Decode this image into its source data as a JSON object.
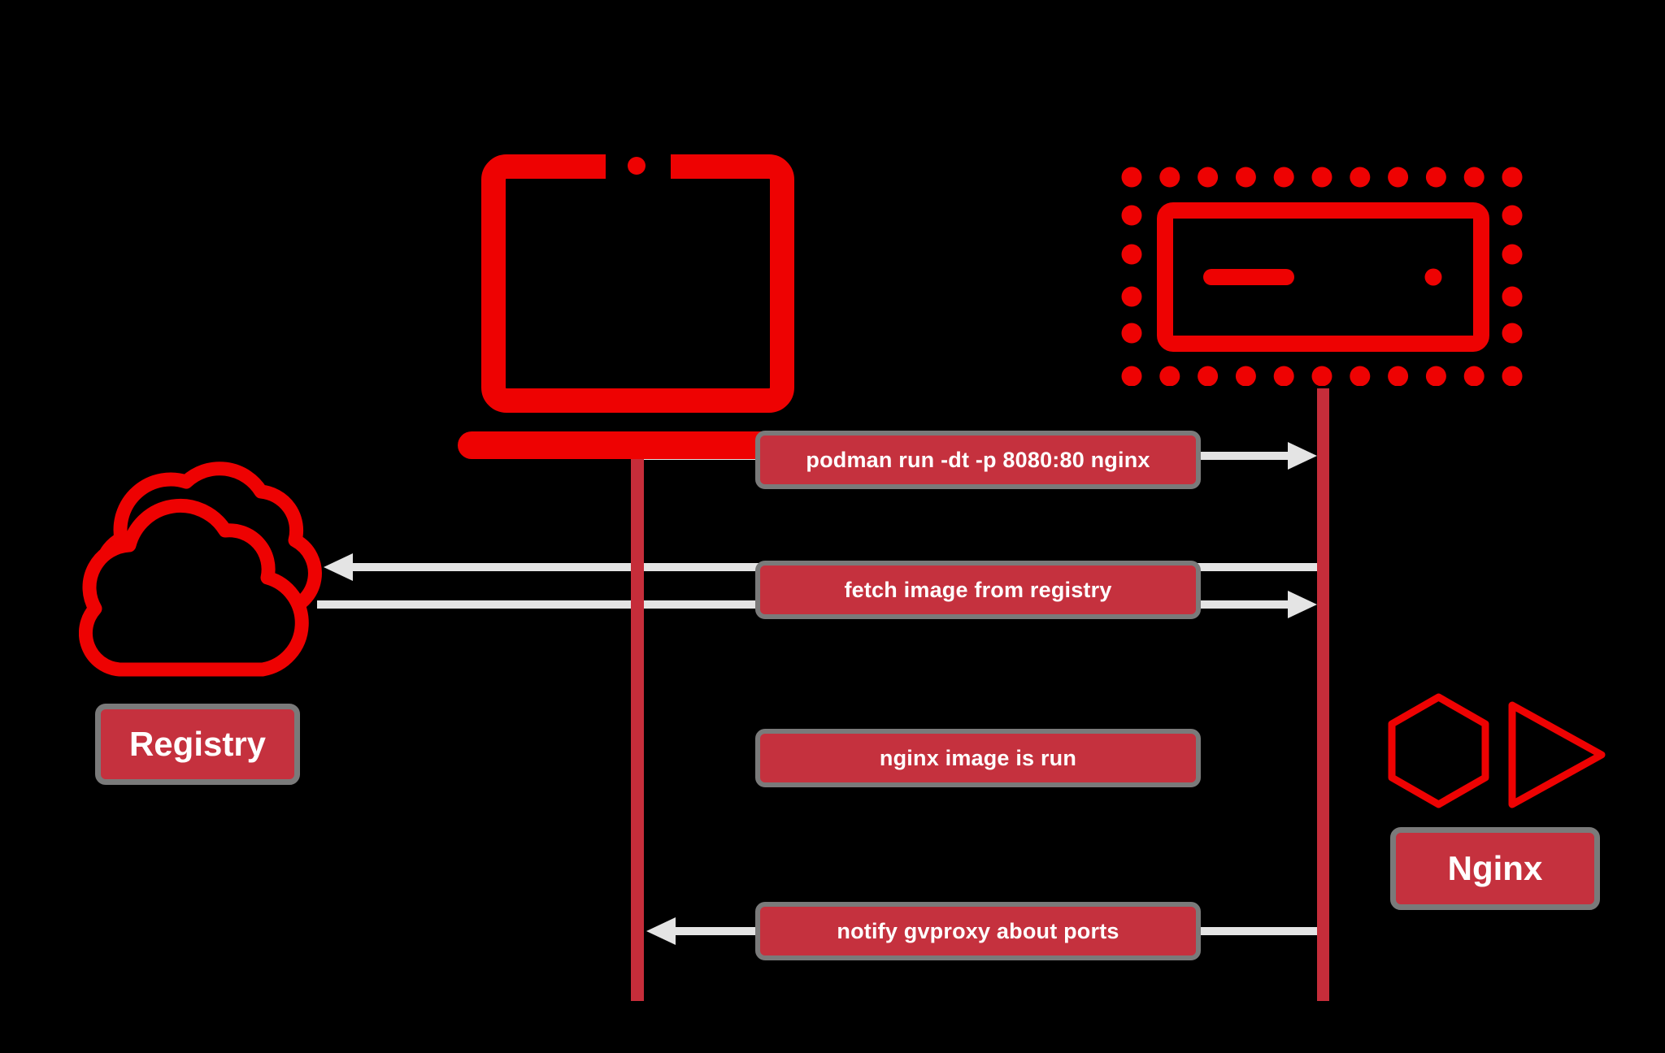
{
  "diagram": {
    "background": "#000000",
    "colors": {
      "background": "#000000",
      "icon_red": "#ee0202",
      "lifeline_red": "#c62d3a",
      "label_fill": "#c5313e",
      "label_border": "#7a7a7a",
      "label_text": "#ffffff",
      "arrow_gray": "#e4e4e4"
    },
    "icons": {
      "client": "laptop-icon",
      "host": "container-vm-icon",
      "registry": "cloud-icon",
      "nginx_hex": "hexagon-icon",
      "nginx_play": "play-triangle-icon"
    },
    "actor_labels": {
      "registry": "Registry",
      "nginx": "Nginx"
    },
    "messages": [
      {
        "label": "podman run -dt -p 8080:80 nginx",
        "from": "client",
        "to": "host",
        "direction": "right"
      },
      {
        "label": "fetch image from registry",
        "from": "host",
        "to": "registry",
        "direction": "both"
      },
      {
        "label": "nginx image is run",
        "from": "host",
        "to": "host",
        "direction": "none"
      },
      {
        "label": "notify gvproxy about ports",
        "from": "host",
        "to": "client",
        "direction": "left"
      }
    ]
  }
}
